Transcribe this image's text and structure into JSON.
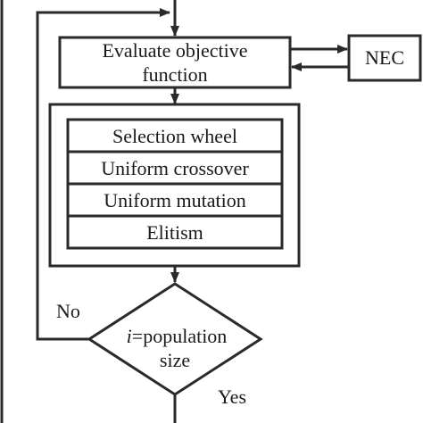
{
  "nodes": {
    "evaluate": {
      "line1": "Evaluate objective",
      "line2": "function"
    },
    "nec": {
      "label": "NEC"
    },
    "operators": {
      "selection": "Selection wheel",
      "crossover": "Uniform crossover",
      "mutation": "Uniform mutation",
      "elitism": "Elitism"
    },
    "decision": {
      "var": "i",
      "line1_rest": "=population",
      "line2": "size"
    }
  },
  "edges": {
    "no_label": "No",
    "yes_label": "Yes"
  },
  "colors": {
    "stroke": "#2a2a2a",
    "text": "#1a1a1a",
    "background": "#ffffff"
  }
}
